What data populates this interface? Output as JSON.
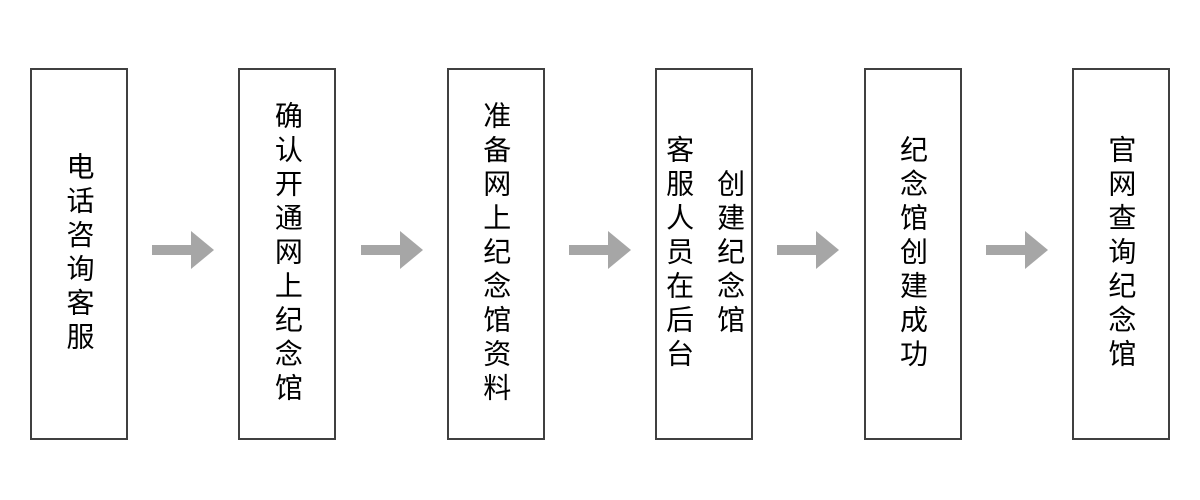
{
  "diagram": {
    "kind": "flowchart",
    "direction": "left-to-right",
    "text_orientation": "vertical"
  },
  "colors": {
    "background": "#ffffff",
    "box_border": "#404040",
    "box_fill": "#ffffff",
    "arrow": "#a6a6a6",
    "text": "#000000"
  },
  "connector": {
    "icon": "arrow-right-icon",
    "glyph": "→"
  },
  "steps": [
    {
      "label": "电话咨询客服"
    },
    {
      "label": "确认开通网上纪念馆"
    },
    {
      "label": "准备网上纪念馆资料"
    },
    {
      "label": "客服人员在后台\n创建纪念馆"
    },
    {
      "label": "纪念馆创建成功"
    },
    {
      "label": "官网查询纪念馆"
    }
  ]
}
